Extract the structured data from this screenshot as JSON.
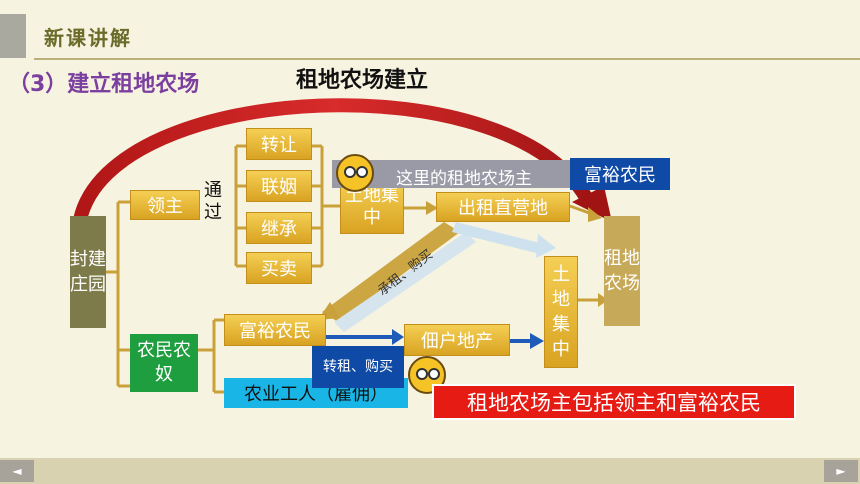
{
  "header": {
    "title": "新课讲解"
  },
  "section_title": "（3）建立租地农场",
  "diagram_title": "租地农场建立",
  "nodes": {
    "estate": "封建庄园",
    "lord": "领主",
    "via": "通过",
    "transfer": "转让",
    "marriage": "联姻",
    "inherit": "继承",
    "trade": "买卖",
    "land_concentration_1": "土地集中",
    "rent_out": "出租直营地",
    "farm": "租地农场",
    "serf": "农民农奴",
    "rich_peasant": "富裕农民",
    "tenant_land": "佃户地产",
    "land_concentration_2": "土地集中",
    "worker": "农业工人（雇佣）",
    "rich_farmer_tag": "富裕农民"
  },
  "labels": {
    "rent_buy": "承租、购买",
    "sublet_buy": "转租、购买"
  },
  "callouts": {
    "speech": "这里的租地农场主",
    "conclusion": "租地农场主包括领主和富裕农民"
  },
  "nav": {
    "prev": "◄",
    "next": "►"
  }
}
